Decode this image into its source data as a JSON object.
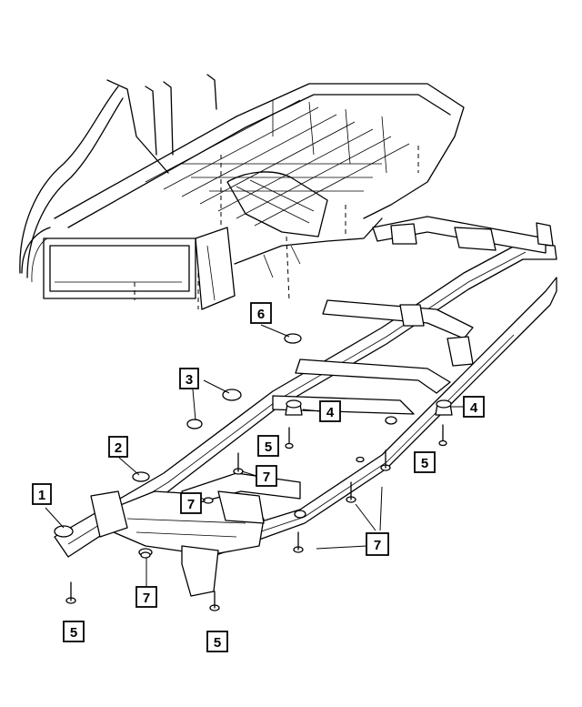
{
  "callouts": [
    {
      "id": "c1",
      "label": "1"
    },
    {
      "id": "c2",
      "label": "2"
    },
    {
      "id": "c3",
      "label": "3"
    },
    {
      "id": "c4a",
      "label": "4"
    },
    {
      "id": "c4b",
      "label": "4"
    },
    {
      "id": "c5a",
      "label": "5"
    },
    {
      "id": "c5b",
      "label": "5"
    },
    {
      "id": "c5c",
      "label": "5"
    },
    {
      "id": "c5d",
      "label": "5"
    },
    {
      "id": "c6",
      "label": "6"
    },
    {
      "id": "c7a",
      "label": "7"
    },
    {
      "id": "c7b",
      "label": "7"
    },
    {
      "id": "c7c",
      "label": "7"
    },
    {
      "id": "c7d",
      "label": "7"
    }
  ]
}
